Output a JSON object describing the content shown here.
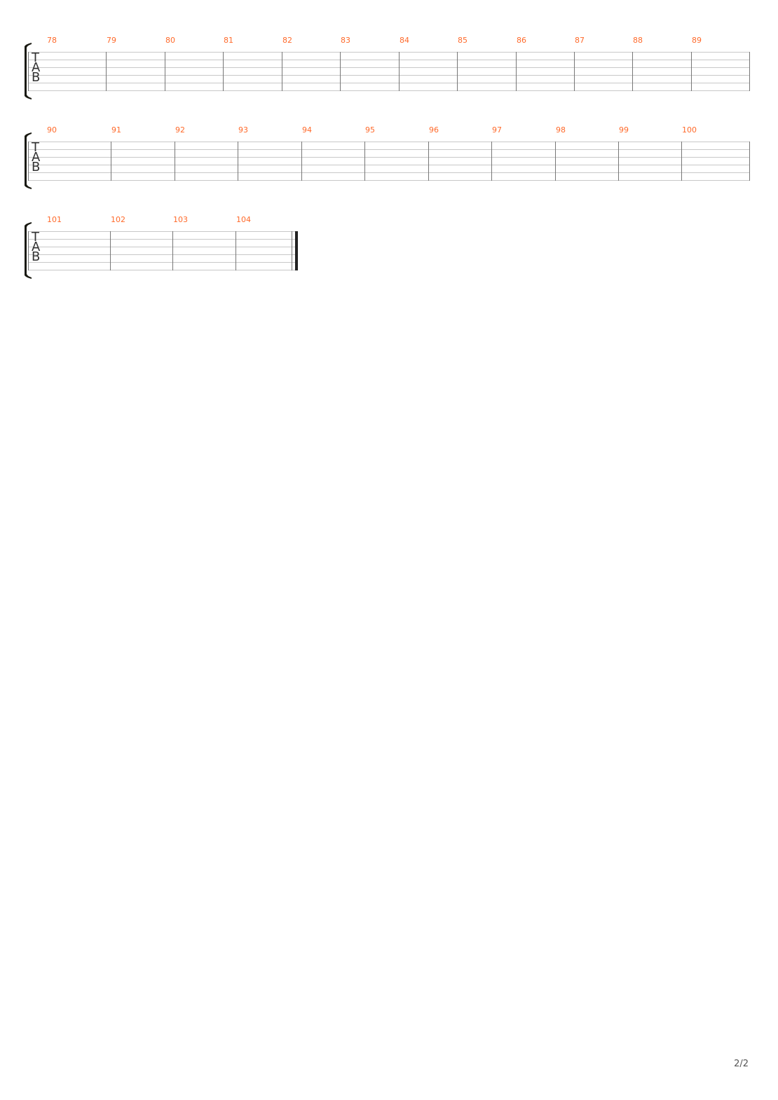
{
  "colors": {
    "measure_number": "#ff6a2b",
    "staff_line": "#c8c8c8",
    "barline": "#777777",
    "bracket": "#1a1a12",
    "final_bar": "#222222"
  },
  "clef": [
    "T",
    "A",
    "B"
  ],
  "systems": [
    {
      "measures": [
        "78",
        "79",
        "80",
        "81",
        "82",
        "83",
        "84",
        "85",
        "86",
        "87",
        "88",
        "89"
      ],
      "ends_with_final_barline": false
    },
    {
      "measures": [
        "90",
        "91",
        "92",
        "93",
        "94",
        "95",
        "96",
        "97",
        "98",
        "99",
        "100"
      ],
      "ends_with_final_barline": false
    },
    {
      "measures": [
        "101",
        "102",
        "103",
        "104"
      ],
      "ends_with_final_barline": true
    }
  ],
  "page_number": "2/2"
}
